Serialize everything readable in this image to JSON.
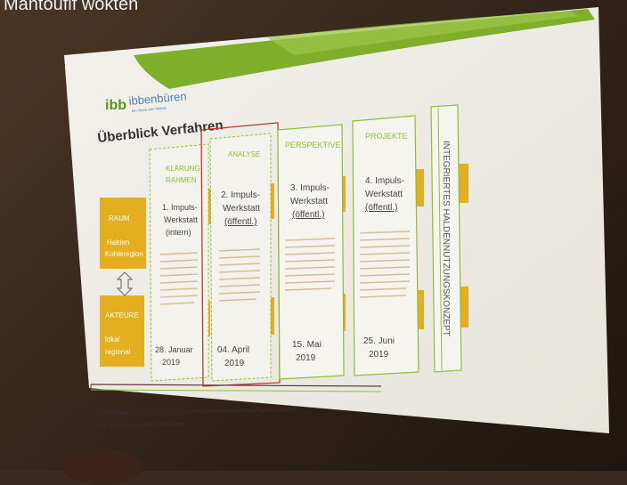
{
  "top_caption": "Mantouflf wokten",
  "logo": {
    "name": "ibbenbüren",
    "tagline": "Ein Stück vom Weltall"
  },
  "title": "Überblick Verfahren",
  "columns": [
    {
      "header": [
        "KLÄRUNG",
        "RAHMEN"
      ],
      "body": [
        "1. Impuls-",
        "Werkstatt",
        "(intern)"
      ],
      "date": [
        "28. Januar",
        "2019"
      ]
    },
    {
      "header": [
        "ANALYSE"
      ],
      "body": [
        "2. Impuls-",
        "Werkstatt",
        "(öffentl.)"
      ],
      "date": [
        "04. April",
        "2019"
      ]
    },
    {
      "header": [
        "PERSPEKTIVE"
      ],
      "body": [
        "3. Impuls-",
        "Werkstatt",
        "(öffentl.)"
      ],
      "date": [
        "15. Mai",
        "2019"
      ]
    },
    {
      "header": [
        "PROJEKTE"
      ],
      "body": [
        "4. Impuls-",
        "Werkstatt",
        "(öffentl.)"
      ],
      "date": [
        "25. Juni",
        "2019"
      ]
    }
  ],
  "vertical_label": "INTEGRIERTES HALDENNUTZUNGSKONZEPT",
  "left_boxes": [
    {
      "title": "RAUM",
      "lines": [
        "Halden",
        "Kohleregion"
      ]
    },
    {
      "title": "AKTEURE",
      "lines": [
        "lokal",
        "regional"
      ]
    }
  ],
  "footer": [
    "Schrittweise Entwicklung eines „Integrierten Haldennutzungskonzeptes“",
    "für die Kohleregion Ibbenbüren"
  ],
  "colors": {
    "green": "#7fae2a",
    "gold": "#e3ae1f",
    "red": "#c0392b",
    "slide": "#f1efe9"
  }
}
